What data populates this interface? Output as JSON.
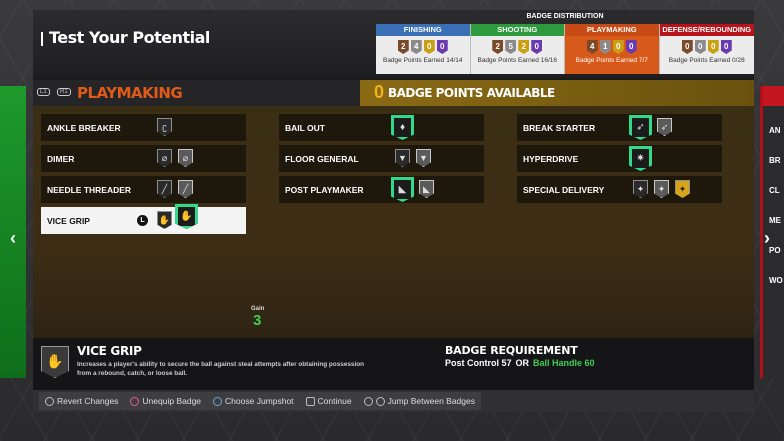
{
  "header": {
    "title": "Test Your Potential"
  },
  "distribution": {
    "title": "BADGE DISTRIBUTION",
    "categories": [
      {
        "name": "FINISHING",
        "color": "#3b6fb6",
        "badges": [
          "2",
          "4",
          "0",
          "0"
        ],
        "earned": "Badge Points Earned 14/14"
      },
      {
        "name": "SHOOTING",
        "color": "#2d9a3e",
        "badges": [
          "2",
          "5",
          "2",
          "0"
        ],
        "earned": "Badge Points Earned 16/16"
      },
      {
        "name": "PLAYMAKING",
        "color": "#c84a14",
        "badges": [
          "4",
          "1",
          "0",
          "0"
        ],
        "earned": "Badge Points Earned 7/7"
      },
      {
        "name": "DEFENSE/REBOUNDING",
        "color": "#b8121a",
        "badges": [
          "0",
          "0",
          "0",
          "0"
        ],
        "earned": "Badge Points Earned 0/28"
      }
    ]
  },
  "bar": {
    "lb": "L1",
    "rb": "R1",
    "category": "PLAYMAKING",
    "points": "0",
    "points_label": "BADGE POINTS AVAILABLE"
  },
  "badges": {
    "col1": [
      "ANKLE BREAKER",
      "DIMER",
      "NEEDLE THREADER",
      "VICE GRIP"
    ],
    "col2": [
      "BAIL OUT",
      "FLOOR GENERAL",
      "POST PLAYMAKER"
    ],
    "col3": [
      "BREAK STARTER",
      "HYPERDRIVE",
      "SPECIAL DELIVERY"
    ]
  },
  "gain": {
    "label": "Gain",
    "value": "3"
  },
  "selected_key": "L",
  "description": {
    "title": "VICE GRIP",
    "text": "Increases a player's ability to secure the ball against steal attempts after obtaining possession from a rebound, catch, or loose ball."
  },
  "requirement": {
    "title": "BADGE REQUIREMENT",
    "req1": "Post Control 57",
    "or": "OR",
    "req2": "Ball Handle 60"
  },
  "footer": {
    "revert": "Revert Changes",
    "unequip": "Unequip Badge",
    "jumpshot": "Choose Jumpshot",
    "continue": "Continue",
    "jump": "Jump Between Badges"
  },
  "side_right_labels": [
    "AN",
    "BR",
    "CL",
    "ME",
    "PO",
    "WO"
  ],
  "colors": {
    "accent_green": "#33d98a",
    "playmaking_orange": "#e05a1a",
    "points_gold": "#f2b21a"
  }
}
